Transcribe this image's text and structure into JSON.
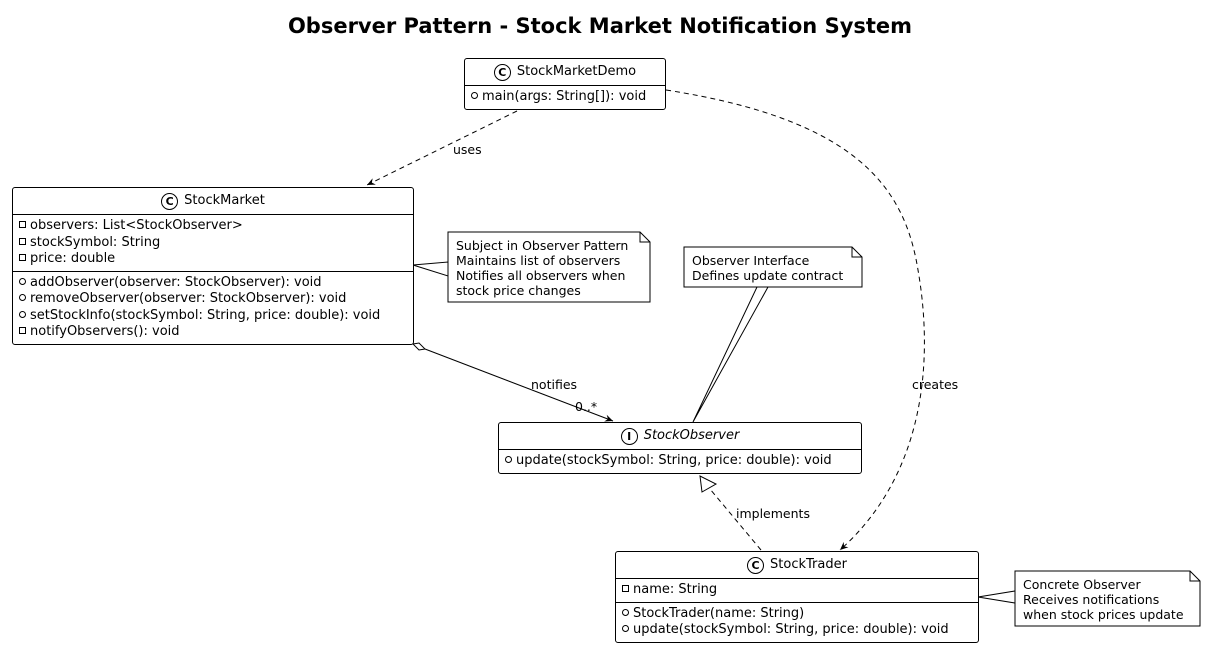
{
  "title": "Observer Pattern - Stock Market Notification System",
  "classes": {
    "demo": {
      "stereotype": "C",
      "name": "StockMarketDemo",
      "fields": [],
      "methods": [
        {
          "vis": "public",
          "text": "main(args: String[]): void"
        }
      ]
    },
    "market": {
      "stereotype": "C",
      "name": "StockMarket",
      "fields": [
        {
          "vis": "private",
          "text": "observers: List<StockObserver>"
        },
        {
          "vis": "private",
          "text": "stockSymbol: String"
        },
        {
          "vis": "private",
          "text": "price: double"
        }
      ],
      "methods": [
        {
          "vis": "public",
          "text": "addObserver(observer: StockObserver): void"
        },
        {
          "vis": "public",
          "text": "removeObserver(observer: StockObserver): void"
        },
        {
          "vis": "public",
          "text": "setStockInfo(stockSymbol: String, price: double): void"
        },
        {
          "vis": "private",
          "text": "notifyObservers(): void"
        }
      ]
    },
    "observer": {
      "stereotype": "I",
      "name": "StockObserver",
      "fields": [],
      "methods": [
        {
          "vis": "public",
          "text": "update(stockSymbol: String, price: double): void"
        }
      ]
    },
    "trader": {
      "stereotype": "C",
      "name": "StockTrader",
      "fields": [
        {
          "vis": "private",
          "text": "name: String"
        }
      ],
      "methods": [
        {
          "vis": "public",
          "text": "StockTrader(name: String)"
        },
        {
          "vis": "public",
          "text": "update(stockSymbol: String, price: double): void"
        }
      ]
    }
  },
  "notes": {
    "subject": [
      "Subject in Observer Pattern",
      "Maintains list of observers",
      "Notifies all observers when",
      "stock price changes"
    ],
    "interface": [
      "Observer Interface",
      "Defines update contract"
    ],
    "concrete": [
      "Concrete Observer",
      "Receives notifications",
      "when stock prices update"
    ]
  },
  "relations": {
    "uses": "uses",
    "creates": "creates",
    "notifies": "notifies",
    "multiplicity": "0..*",
    "implements": "implements"
  }
}
